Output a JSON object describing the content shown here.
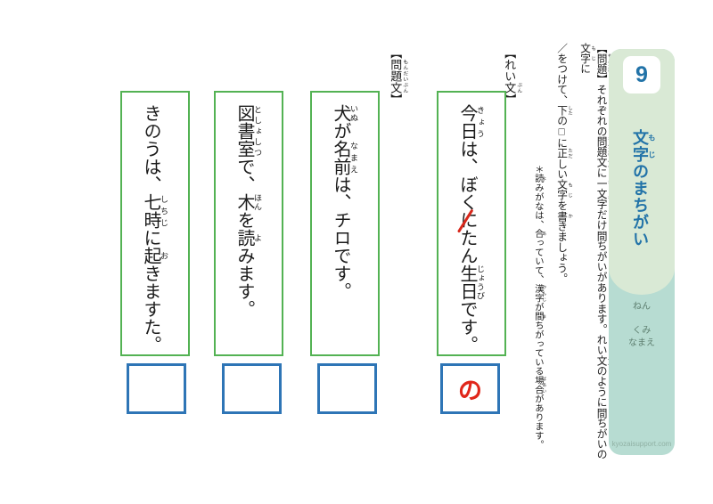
{
  "colors": {
    "box_green": "#53b253",
    "box_blue": "#2e75b6",
    "correction_red": "#d8271b",
    "sidebar_light_green": "#d9e9d5",
    "sidebar_teal": "#b7dcd2",
    "accent_blue": "#2273a8"
  },
  "sidebar": {
    "number": "9",
    "title": [
      {
        "b": "文字",
        "r": "もじ"
      },
      {
        "b": "のまちがい"
      }
    ],
    "fields": [
      "ねん",
      "くみ",
      "なまえ"
    ],
    "watermark": "kyozaisupport.com"
  },
  "instructions": {
    "line1": [
      {
        "b": "【"
      },
      {
        "b": "問題",
        "r": "もんだい"
      },
      {
        "b": "】それぞれの"
      },
      {
        "b": "問題文",
        "r": "もんだいぶん"
      },
      {
        "b": "に"
      },
      {
        "b": "一文字",
        "r": "ひともじ"
      },
      {
        "b": "だけ"
      },
      {
        "b": "間",
        "r": "ま"
      },
      {
        "b": "ちがいがあります。れい"
      },
      {
        "b": "文",
        "r": "ぶん"
      },
      {
        "b": "のように"
      },
      {
        "b": "間",
        "r": "ま"
      },
      {
        "b": "ちがいの"
      },
      {
        "b": "文字",
        "r": "もじ"
      },
      {
        "b": "に"
      }
    ],
    "line2": [
      {
        "b": "／をつけて、"
      },
      {
        "b": "下",
        "r": "した"
      },
      {
        "b": "の□に"
      },
      {
        "b": "正",
        "r": "ただ"
      },
      {
        "b": "しい"
      },
      {
        "b": "文字",
        "r": "もじ"
      },
      {
        "b": "を"
      },
      {
        "b": "書",
        "r": "か"
      },
      {
        "b": "きましょう。"
      }
    ],
    "note": [
      {
        "b": "＊"
      },
      {
        "b": "読",
        "r": "よ"
      },
      {
        "b": "みがなは、"
      },
      {
        "b": "合",
        "r": "あ"
      },
      {
        "b": "っていて、"
      },
      {
        "b": "漢字",
        "r": "かんじ"
      },
      {
        "b": "が"
      },
      {
        "b": "間",
        "r": "ま"
      },
      {
        "b": "ちがっている"
      },
      {
        "b": "場合",
        "r": "ばあい"
      },
      {
        "b": "があります。"
      }
    ]
  },
  "example": {
    "label": [
      {
        "b": "【れい"
      },
      {
        "b": "文",
        "r": "ぶん"
      },
      {
        "b": "】"
      }
    ],
    "sentence": [
      {
        "b": "今日",
        "r": "きょう"
      },
      {
        "b": "は、ぼく"
      },
      {
        "b": "に",
        "slashed": true
      },
      {
        "b": "たん"
      },
      {
        "b": "生日",
        "r": "じょうび"
      },
      {
        "b": "です。"
      }
    ],
    "answer": "の"
  },
  "problems": {
    "label": [
      {
        "b": "【"
      },
      {
        "b": "問題文",
        "r": "もんだいぶん"
      },
      {
        "b": "】"
      }
    ],
    "items": [
      {
        "sentence": [
          {
            "b": "犬",
            "r": "いぬ"
          },
          {
            "b": "が"
          },
          {
            "b": "名前",
            "r": "なまえ"
          },
          {
            "b": "は、チロです。"
          }
        ],
        "answer": ""
      },
      {
        "sentence": [
          {
            "b": "図書室",
            "r": "としょしつ"
          },
          {
            "b": "で、"
          },
          {
            "b": "木",
            "r": "ほん"
          },
          {
            "b": "を"
          },
          {
            "b": "読",
            "r": "よ"
          },
          {
            "b": "みます。"
          }
        ],
        "answer": ""
      },
      {
        "sentence": [
          {
            "b": "きのうは、"
          },
          {
            "b": "七時",
            "r": "しちじ"
          },
          {
            "b": "に"
          },
          {
            "b": "起",
            "r": "お"
          },
          {
            "b": "きますた。"
          }
        ],
        "answer": ""
      }
    ]
  }
}
